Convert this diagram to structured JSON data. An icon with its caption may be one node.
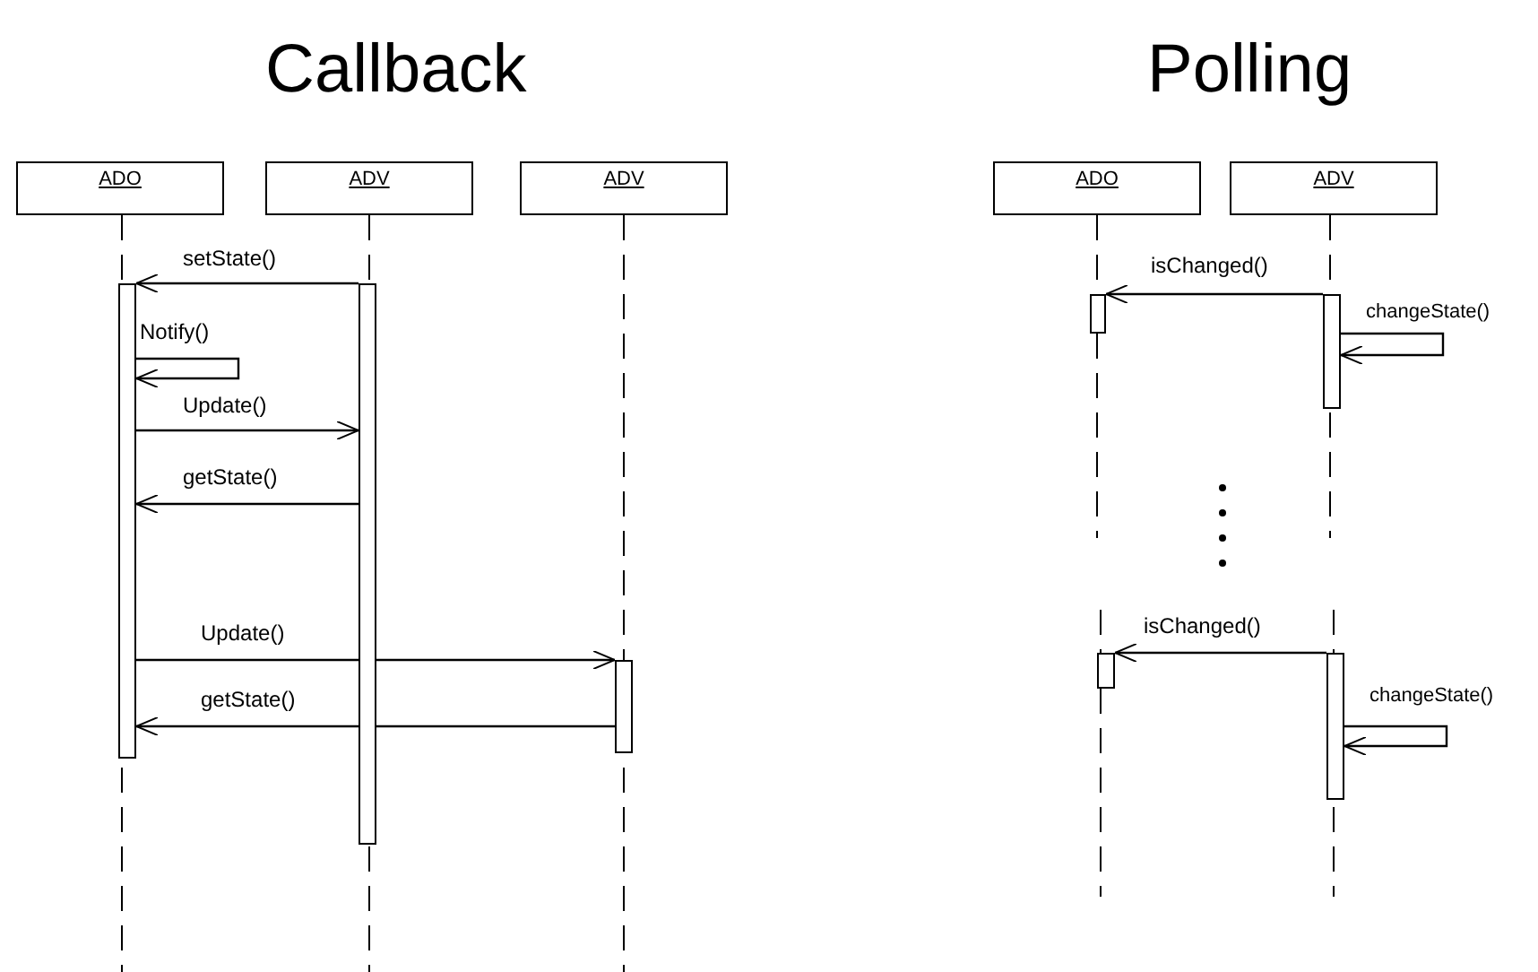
{
  "diagram": {
    "nodes": [
      {
        "text": [
          "ADO"
        ]
      },
      {
        "text": [
          "ADV"
        ]
      },
      {
        "text": [
          "ADV"
        ]
      },
      {
        "text": [
          "ADO"
        ]
      },
      {
        "text": [
          "ADV"
        ]
      },
      {
        "text": [],
        "shape": "bar"
      },
      {
        "text": [],
        "shape": "bar"
      },
      {
        "text": [],
        "shape": "bar"
      },
      {
        "text": [],
        "shape": "bar"
      },
      {
        "text": [],
        "shape": "bar"
      },
      {
        "text": [],
        "shape": "bar"
      },
      {
        "text": [],
        "shape": "bar"
      }
    ],
    "edges": [
      {
        "from": 6,
        "to": 5,
        "arrow": "to",
        "label": "setState()"
      },
      {
        "from": 5,
        "to": 5,
        "arrow": "to",
        "label": "Notify()"
      },
      {
        "from": 5,
        "to": 6,
        "arrow": "to",
        "label": "Update()"
      },
      {
        "from": 6,
        "to": 5,
        "arrow": "to",
        "label": "getState()"
      },
      {
        "from": 5,
        "to": 7,
        "arrow": "to",
        "label": "Update()"
      },
      {
        "from": 7,
        "to": 5,
        "arrow": "to",
        "label": "getState()"
      },
      {
        "from": 9,
        "to": 8,
        "arrow": "to",
        "label": "isChanged()"
      },
      {
        "from": 9,
        "to": 9,
        "arrow": "to",
        "label": "changeState()"
      },
      {
        "from": 11,
        "to": 10,
        "arrow": "to",
        "label": "isChanged()"
      },
      {
        "from": 11,
        "to": 11,
        "arrow": "to",
        "label": "changeState()"
      }
    ],
    "labels": [
      "Callback",
      "Polling"
    ]
  }
}
